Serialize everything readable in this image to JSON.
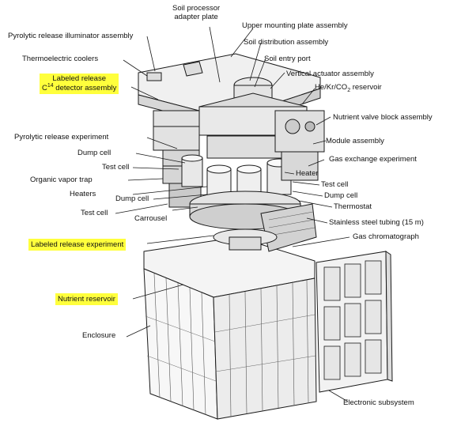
{
  "labels": {
    "soil_processor": [
      "Soil processor",
      "adapter plate"
    ],
    "upper_mounting": "Upper mounting plate assembly",
    "pyrolytic_illuminator": "Pyrolytic release illuminator assembly",
    "soil_distribution": "Soil distribution assembly",
    "thermoelectric": "Thermoelectric coolers",
    "soil_entry": "Soil entry port",
    "labeled_release_detector": [
      "Labeled release",
      "C",
      "14",
      " detector assembly"
    ],
    "vertical_actuator": "Vertical actuator assembly",
    "he_reservoir": [
      "He/Kr/CO",
      "2",
      " reservoir"
    ],
    "nutrient_valve": "Nutrient valve block assembly",
    "pyrolytic_experiment": "Pyrolytic release experiment",
    "module_assembly": "Module assembly",
    "dump_cell_left": "Dump cell",
    "gas_exchange": "Gas exchange experiment",
    "test_cell_left": "Test cell",
    "heater_right": "Heater",
    "organic_vapor": "Organic vapor trap",
    "test_cell_right": "Test cell",
    "heaters_left": "Heaters",
    "dump_cell_mid": "Dump cell",
    "dump_cell_right": "Dump cell",
    "thermostat": "Thermostat",
    "test_cell_bottom": "Test cell",
    "carrousel": "Carrousel",
    "stainless_tubing": "Stainless steel tubing (15 m)",
    "gas_chromatograph": "Gas chromatograph",
    "labeled_release_exp": "Labeled release experiment",
    "nutrient_reservoir": "Nutrient reservoir",
    "enclosure": "Enclosure",
    "electronic_subsystem": "Electronic subsystem"
  },
  "colors": {
    "highlight": "#ffff3c",
    "ink": "#111111"
  }
}
